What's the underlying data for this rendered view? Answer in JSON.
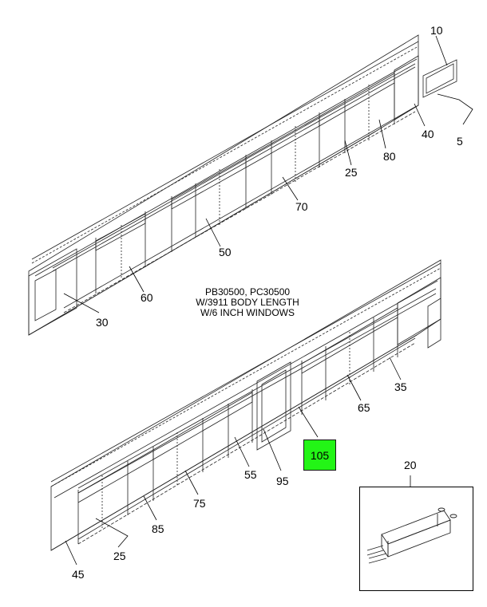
{
  "caption": {
    "line1": "PB30500, PC30500",
    "line2": "W/3911 BODY LENGTH",
    "line3": "W/6 INCH WINDOWS"
  },
  "callouts": {
    "c10": "10",
    "c5": "5",
    "c40": "40",
    "c80": "80",
    "c25_upper": "25",
    "c70": "70",
    "c50": "50",
    "c60": "60",
    "c30": "30",
    "c35": "35",
    "c65": "65",
    "c105": "105",
    "c95": "95",
    "c55": "55",
    "c75": "75",
    "c85": "85",
    "c25_lower": "25",
    "c45": "45",
    "c20": "20"
  },
  "colors": {
    "highlight": "#23f516",
    "line": "#000000"
  }
}
